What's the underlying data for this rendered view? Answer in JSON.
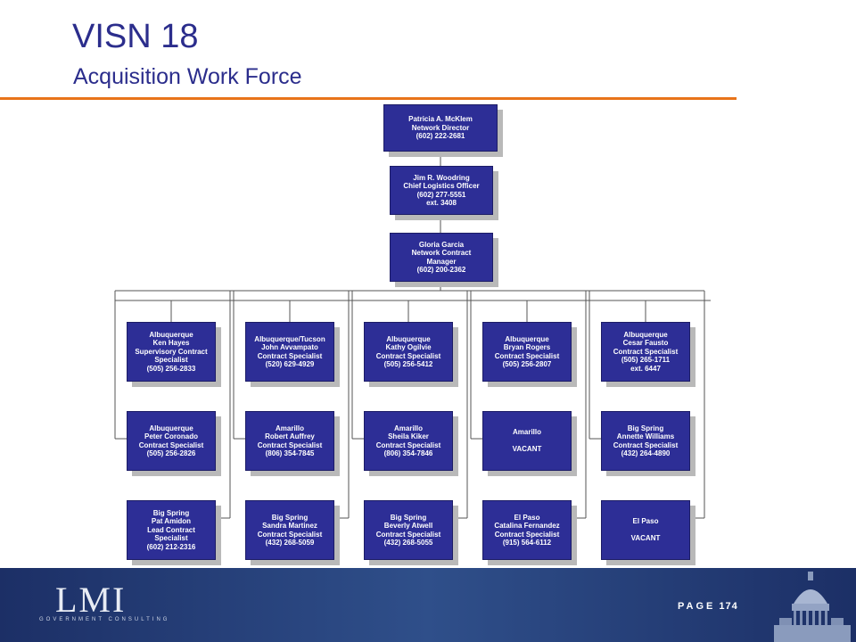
{
  "header": {
    "title": "VISN 18",
    "subtitle": "Acquisition Work Force"
  },
  "org": {
    "director": [
      "Patricia A. McKlem",
      "Network Director",
      "(602) 222-2681"
    ],
    "logistics": [
      "Jim R. Woodring",
      "Chief Logistics Officer",
      "(602) 277-5551",
      "ext. 3408"
    ],
    "manager": [
      "Gloria Garcia",
      "Network Contract",
      "Manager",
      "(602) 200-2362"
    ],
    "columns": [
      [
        [
          "Albuquerque",
          "Ken Hayes",
          "Supervisory Contract",
          "Specialist",
          "(505) 256-2833"
        ],
        [
          "Albuquerque",
          "Peter Coronado",
          "Contract Specialist",
          "(505) 256-2826"
        ],
        [
          "Big Spring",
          "Pat Amidon",
          "Lead Contract",
          "Specialist",
          "(602) 212-2316"
        ]
      ],
      [
        [
          "Albuquerque/Tucson",
          "John Avvampato",
          "Contract Specialist",
          "(520) 629-4929"
        ],
        [
          "Amarillo",
          "Robert Auffrey",
          "Contract Specialist",
          "(806) 354-7845"
        ],
        [
          "Big Spring",
          "Sandra Martinez",
          "Contract Specialist",
          "(432) 268-5059"
        ]
      ],
      [
        [
          "Albuquerque",
          "Kathy Ogilvie",
          "Contract Specialist",
          "(505) 256-5412"
        ],
        [
          "Amarillo",
          "Sheila Kiker",
          "Contract Specialist",
          "(806) 354-7846"
        ],
        [
          "Big Spring",
          "Beverly Atwell",
          "Contract Specialist",
          "(432) 268-5055"
        ]
      ],
      [
        [
          "Albuquerque",
          "Bryan Rogers",
          "Contract Specialist",
          "(505) 256-2807"
        ],
        [
          "Amarillo",
          "",
          "VACANT"
        ],
        [
          "El Paso",
          "Catalina Fernandez",
          "Contract Specialist",
          "(915) 564-6112"
        ]
      ],
      [
        [
          "Albuquerque",
          "Cesar Fausto",
          "Contract Specialist",
          "(505) 265-1711",
          "ext. 6447"
        ],
        [
          "Big Spring",
          "Annette Williams",
          "Contract Specialist",
          "(432) 264-4890"
        ],
        [
          "El Paso",
          "",
          "VACANT"
        ]
      ]
    ]
  },
  "footer": {
    "logo_text": "LMI",
    "logo_tagline": "GOVERNMENT CONSULTING",
    "page_label": "PAGE",
    "page_number": "174"
  }
}
